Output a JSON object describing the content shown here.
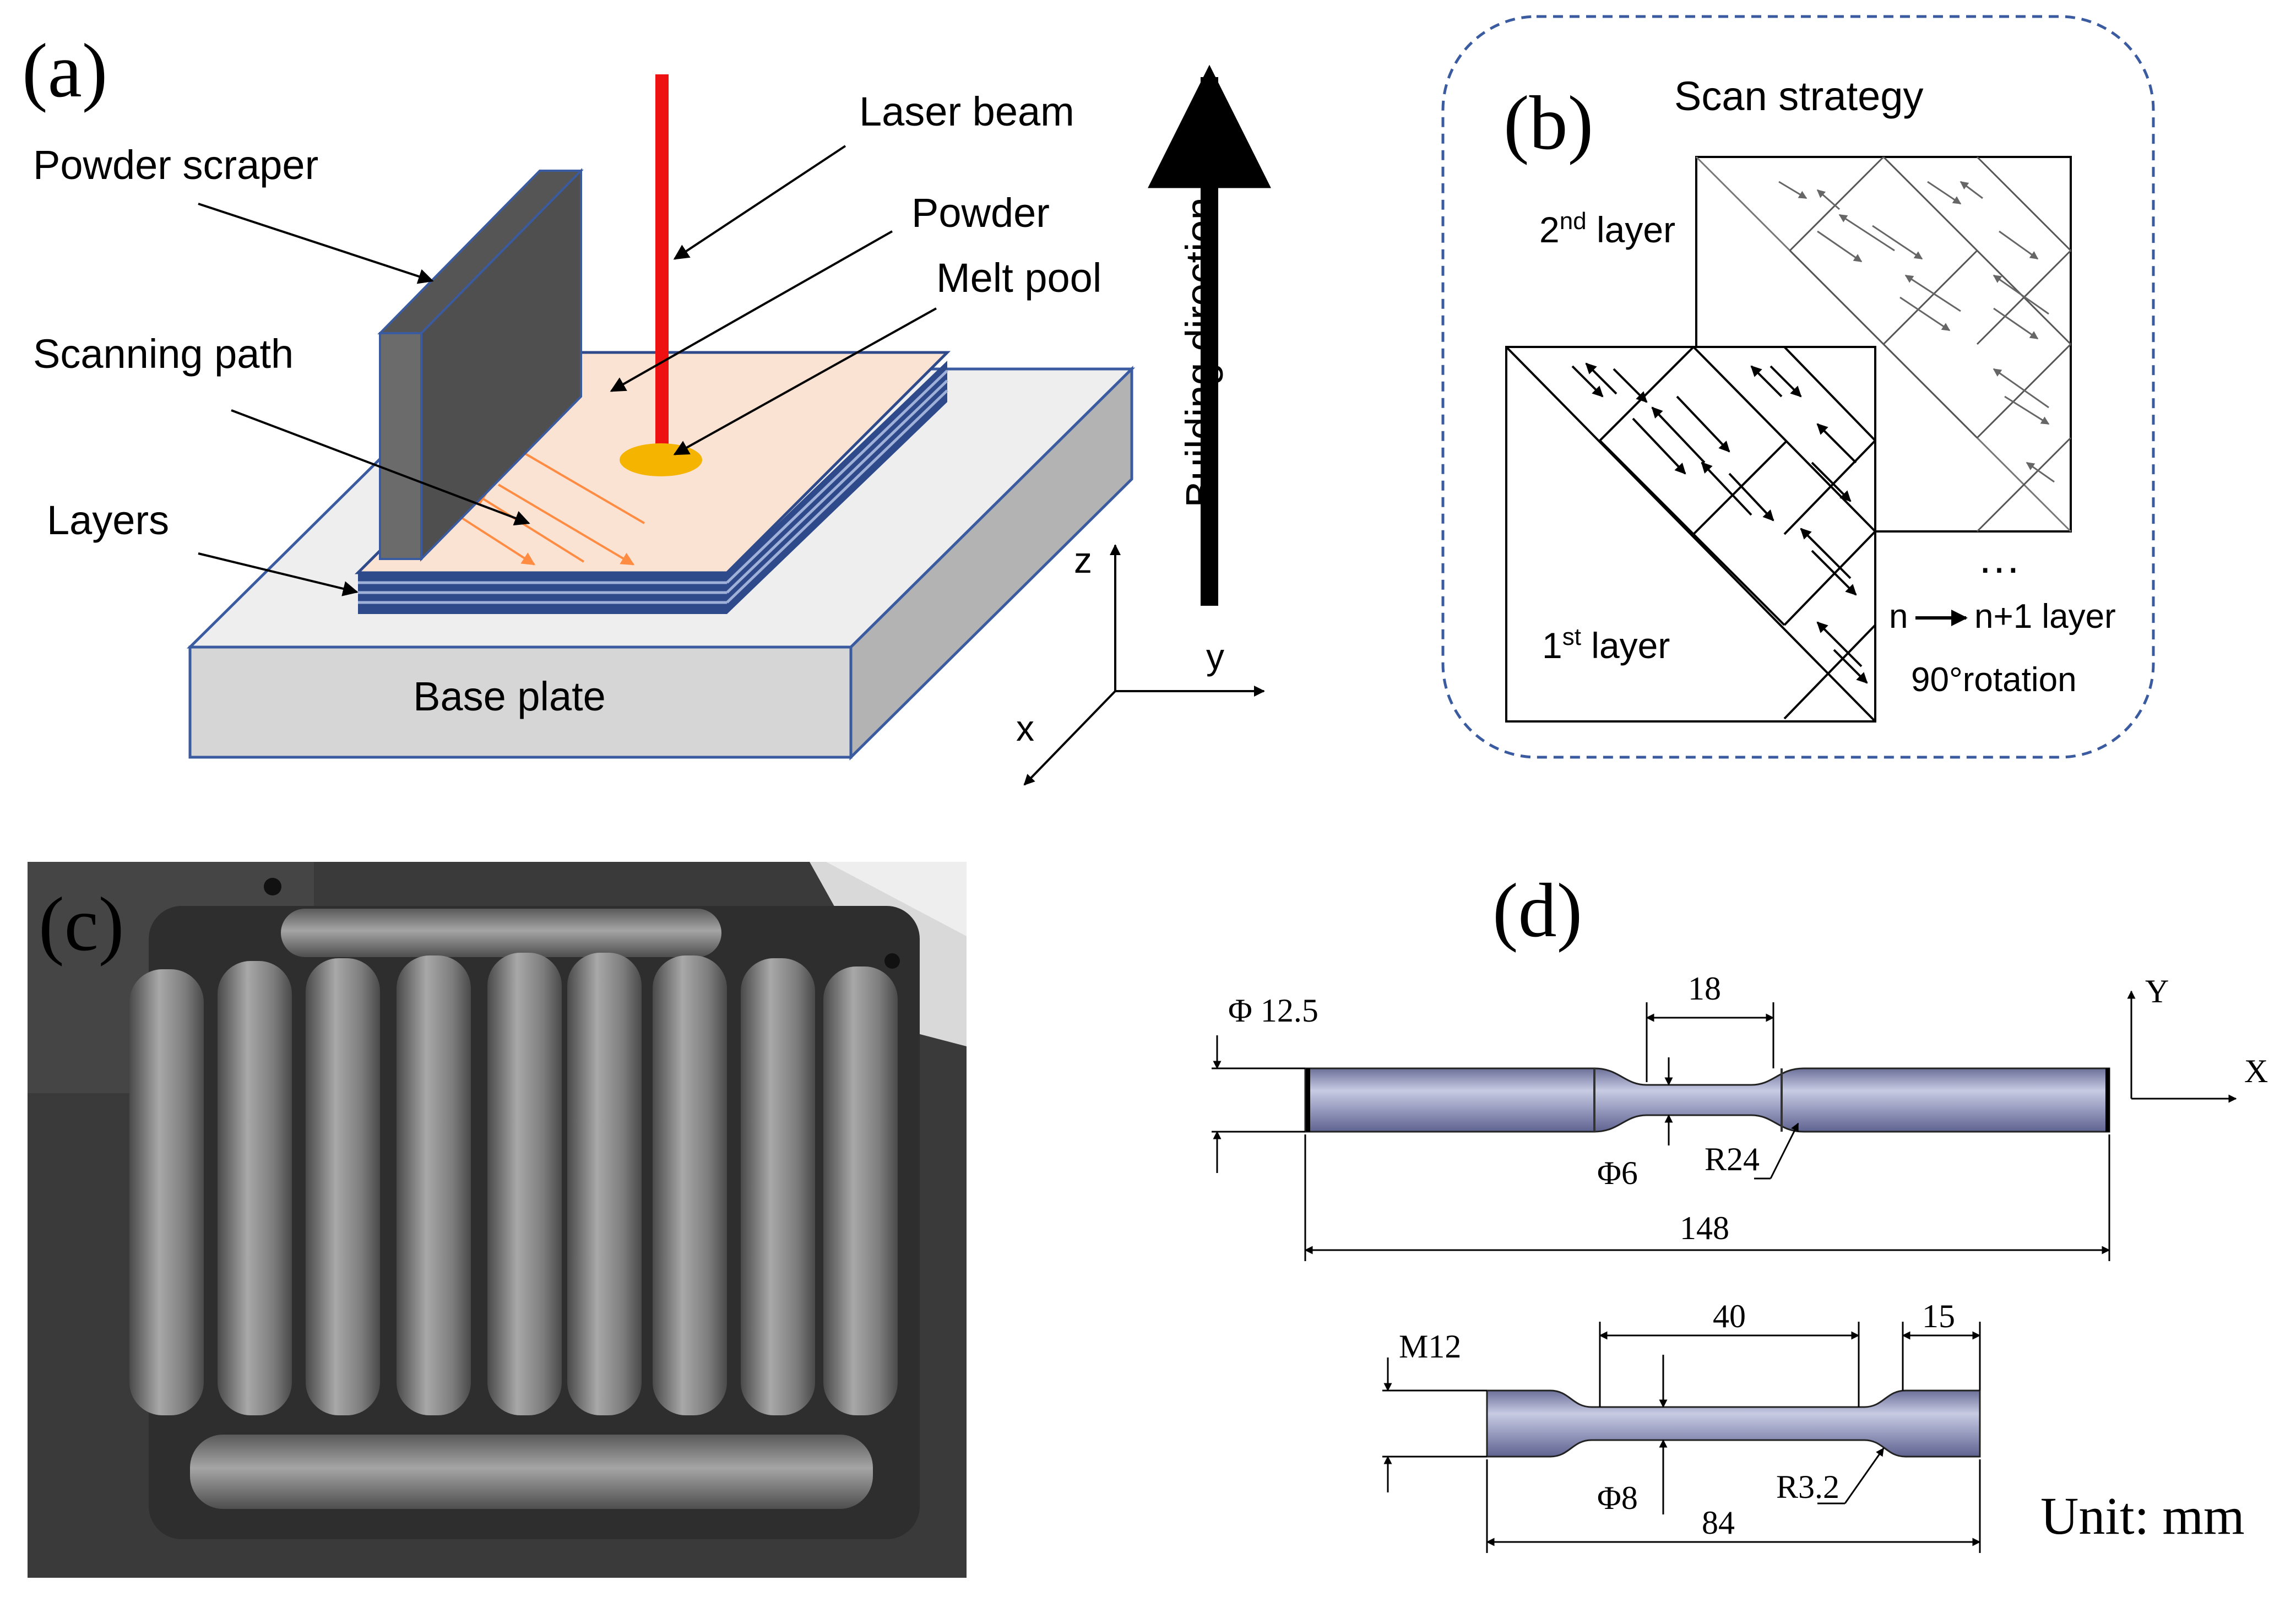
{
  "panel_a": {
    "panel_label": "(a)",
    "labels": {
      "laser_beam": "Laser beam",
      "powder_scraper": "Powder scraper",
      "powder": "Powder",
      "melt_pool": "Melt pool",
      "scanning_path": "Scanning path",
      "layers": "Layers",
      "base_plate": "Base plate",
      "building_direction": "Building direction"
    },
    "axes": {
      "z": "z",
      "y": "y",
      "x": "x"
    }
  },
  "panel_b": {
    "panel_label": "(b)",
    "title": "Scan strategy",
    "layer2_base": "2",
    "layer2_sup": "nd",
    "layer2_rest": " layer",
    "layer1_base": "1",
    "layer1_sup": "st",
    "layer1_rest": " layer",
    "ellipsis": "…",
    "n_label": "n",
    "n_plus_label": "n+1 layer",
    "rotation": "90°rotation"
  },
  "panel_c": {
    "panel_label": "(c)"
  },
  "panel_d": {
    "panel_label": "(d)",
    "top": {
      "dia_grip": "Φ 12.5",
      "gauge_len": "18",
      "dia_gauge": "Φ6",
      "radius": "R24",
      "total_len": "148"
    },
    "bottom": {
      "thread": "M12",
      "gauge_len": "40",
      "end_len": "15",
      "dia_gauge": "Φ8",
      "radius": "R3.2",
      "total_len": "84"
    },
    "axes": {
      "y": "Y",
      "x": "X"
    },
    "unit": "Unit: mm"
  },
  "colors": {
    "laser": "#ee1111",
    "melt_pool": "#f5b400",
    "powder_bed": "#fbe3d4",
    "layers": "#2f4a8a",
    "base_plate": "#d6d6d6",
    "scraper": "#6b6b6b",
    "scan_arrow": "#ff8c42",
    "dashed_box": "#3b5ba0",
    "specimen": "#8a8fb4"
  }
}
